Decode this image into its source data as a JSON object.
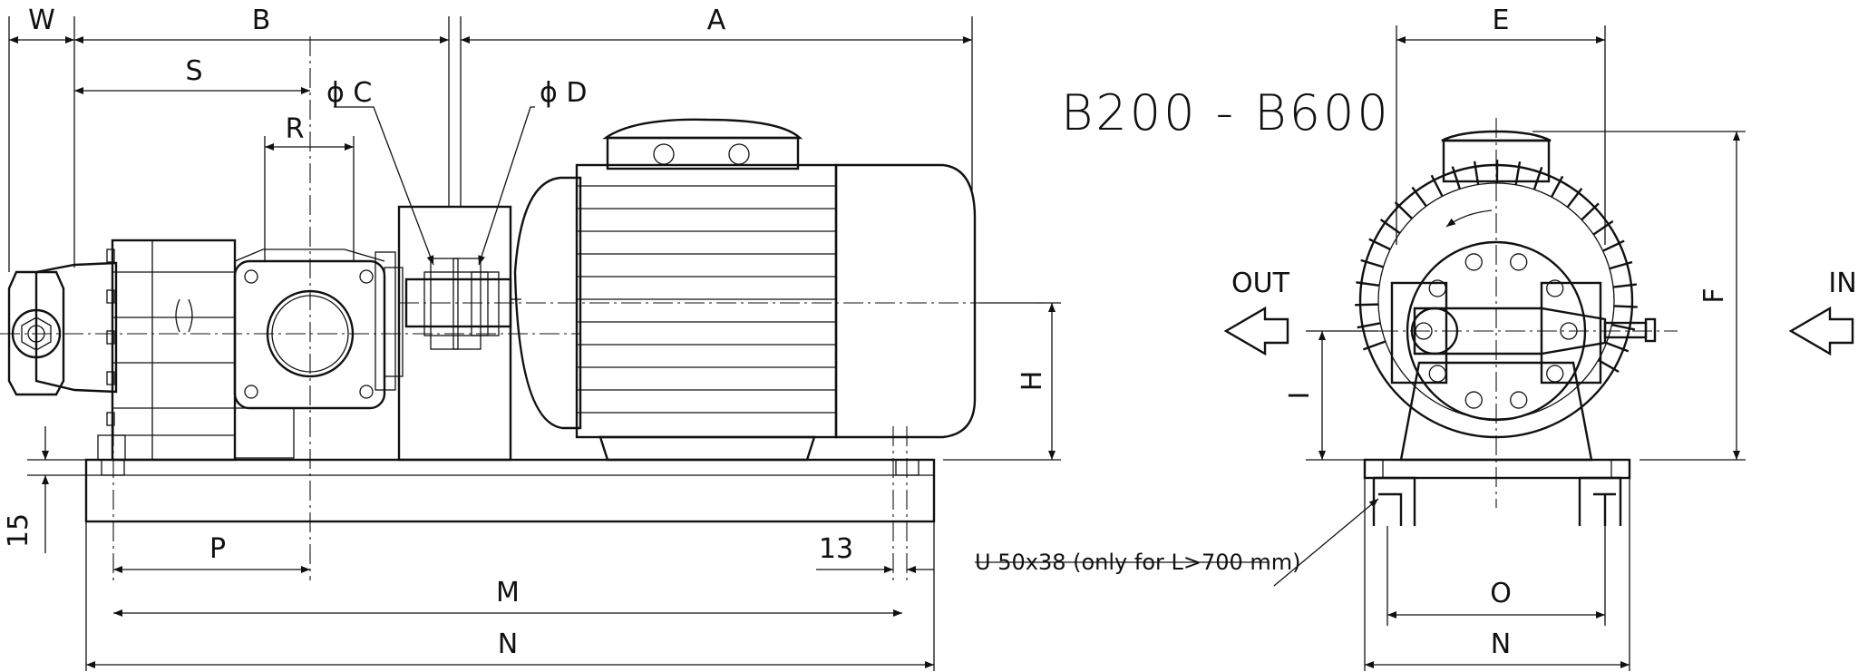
{
  "drawing": {
    "title": "B200 - B600",
    "note": "U 50x38 (only for L>700 mm)",
    "ports": {
      "out": "OUT",
      "in": "IN"
    },
    "side_view_dims": {
      "W": "W",
      "B": "B",
      "A": "A",
      "S": "S",
      "C": "ϕ C",
      "D": "ϕ D",
      "R": "R",
      "H": "H",
      "t15": "15",
      "P": "P",
      "t13": "13",
      "M": "M",
      "N": "N"
    },
    "front_view_dims": {
      "E": "E",
      "F": "F",
      "I": "I",
      "O": "O",
      "N": "N"
    }
  }
}
